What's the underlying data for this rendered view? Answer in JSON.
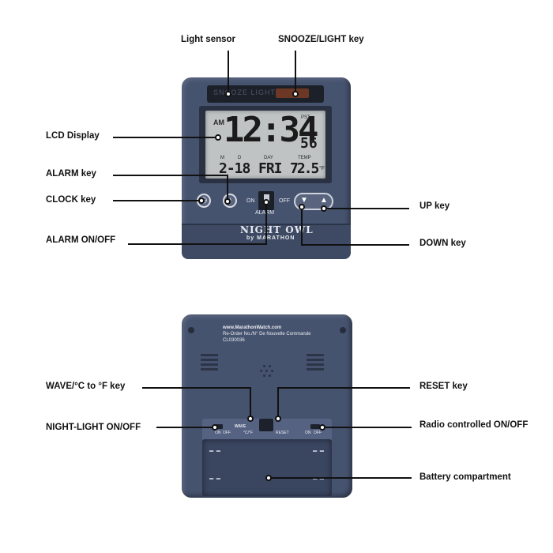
{
  "front": {
    "labels": {
      "light_sensor": "Light sensor",
      "snooze_light_key": "SNOOZE/LIGHT key",
      "lcd_display": "LCD Display",
      "alarm_key": "ALARM key",
      "clock_key": "CLOCK key",
      "alarm_on_off": "ALARM ON/OFF",
      "up_key": "UP key",
      "down_key": "DOWN key"
    },
    "device": {
      "sensor_text": "SNOOZE LIGHT",
      "am": "AM",
      "time": "12:34",
      "seconds": "56",
      "pst": "PST",
      "m": "M",
      "d": "D",
      "day_label": "DAY",
      "temp_label": "TEMP",
      "date": "2-18",
      "day": "FRI",
      "temp": "72.5",
      "temp_unit": "°F",
      "on": "ON",
      "off": "OFF",
      "alarm": "ALARM",
      "brand": "NIGHT OWL",
      "brand_sub": "by MARATHON"
    }
  },
  "back": {
    "labels": {
      "wave_key": "WAVE/°C to °F key",
      "reset_key": "RESET key",
      "night_light": "NIGHT-LIGHT ON/OFF",
      "radio_controlled": "Radio controlled ON/OFF",
      "battery": "Battery compartment"
    },
    "device": {
      "website": "www.MarathonWatch.com",
      "reorder": "Re-Order No./N° De Nouvelle Commande",
      "model": "CL030036",
      "wave": "WAVE",
      "wave_sub": "°C/°F",
      "reset": "RESET",
      "on": "ON",
      "off": "OFF"
    }
  }
}
